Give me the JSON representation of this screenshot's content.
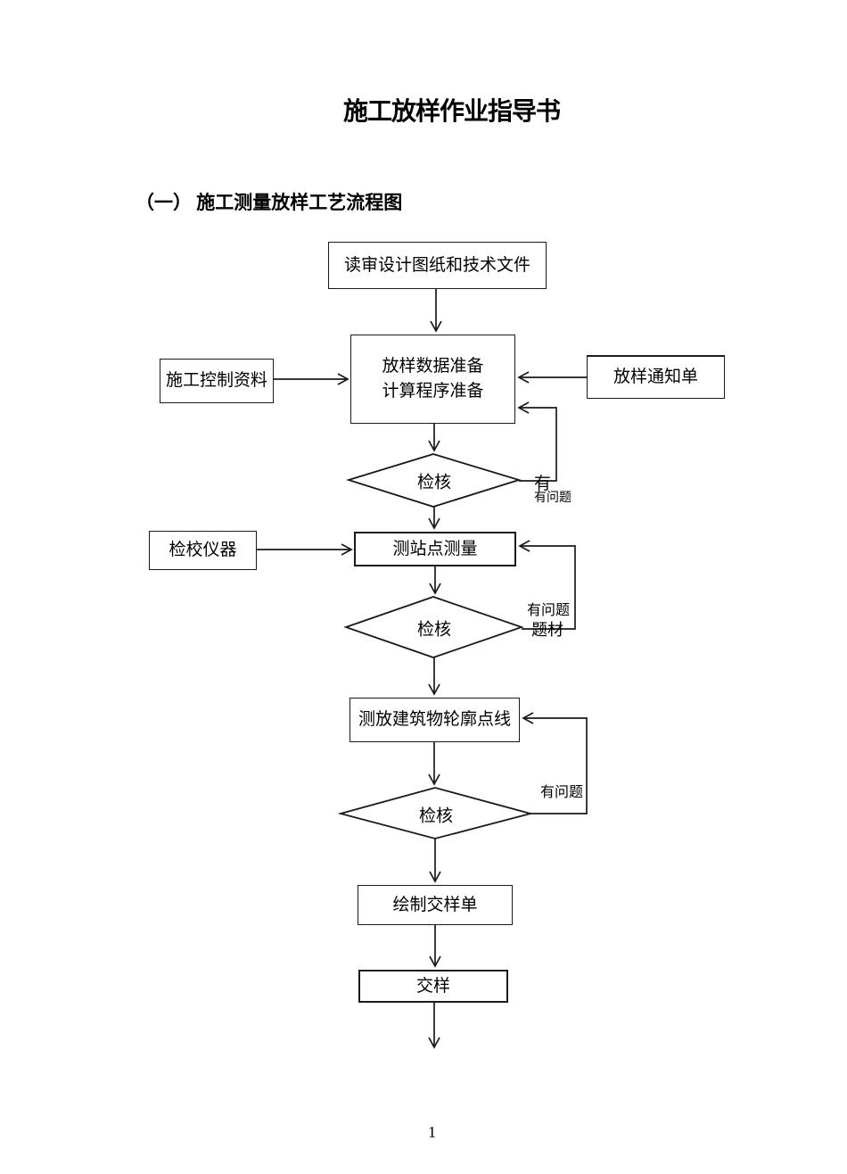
{
  "doc": {
    "title": "施工放样作业指导书",
    "section_heading": "（一） 施工测量放样工艺流程图",
    "page_number": "1"
  },
  "flowchart": {
    "nodes": {
      "read_review": "读审设计图纸和技术文件",
      "construction_control_data": "施工控制资料",
      "data_preparation": [
        "放样数据准备",
        "计算程序准备"
      ],
      "setting_out_notice": "放样通知单",
      "check_1": "检核",
      "instrument_calibration": "检校仪器",
      "station_point_survey": "测站点测量",
      "check_2": "检核",
      "set_out_building_outline": "测放建筑物轮廓点线",
      "check_3": "检核",
      "draw_delivery_sheet": "绘制交样单",
      "sample_delivery": "交样"
    },
    "edge_labels": {
      "check1_overlap": "有",
      "check1_problem": "有问题",
      "check2_problem": "有问题",
      "check2_extra": "题材",
      "check3_problem": "有问题"
    }
  }
}
